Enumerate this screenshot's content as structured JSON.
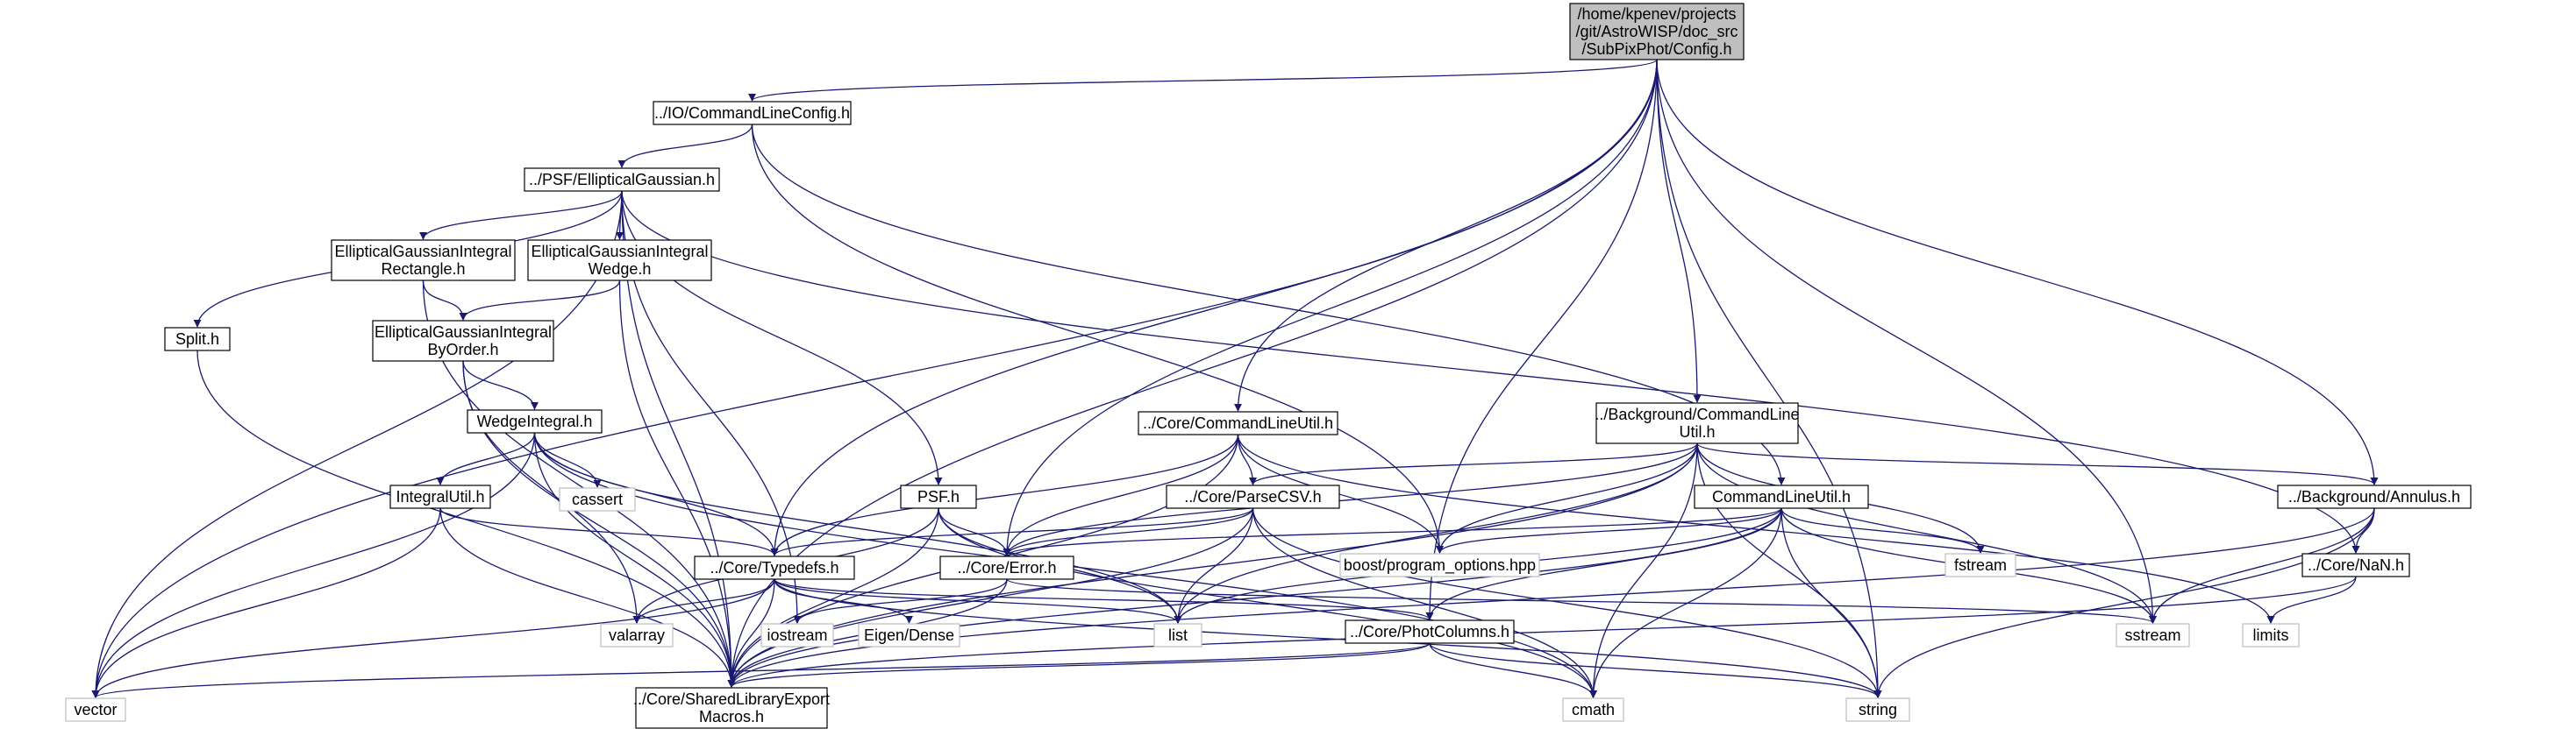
{
  "colors": {
    "edge": "#191970",
    "node_fill": "#ffffff",
    "node_stroke": "#000000",
    "root_fill": "#bfbfbf",
    "system_stroke": "#bfbfbf",
    "system_text": "#7f7f7f",
    "text": "#000000"
  },
  "nodes": [
    {
      "id": "root",
      "kind": "root",
      "lines": [
        "/home/kpenev/projects",
        "/git/AstroWISP/doc_src",
        "/SubPixPhot/Config.h"
      ]
    },
    {
      "id": "cmdlineconfig",
      "kind": "file",
      "lines": [
        "../IO/CommandLineConfig.h"
      ]
    },
    {
      "id": "ellgauss",
      "kind": "file",
      "lines": [
        "../PSF/EllipticalGaussian.h"
      ]
    },
    {
      "id": "egirect",
      "kind": "file",
      "lines": [
        "EllipticalGaussianIntegral",
        "Rectangle.h"
      ]
    },
    {
      "id": "egiwedge",
      "kind": "file",
      "lines": [
        "EllipticalGaussianIntegral",
        "Wedge.h"
      ]
    },
    {
      "id": "egibyorder",
      "kind": "file",
      "lines": [
        "EllipticalGaussianIntegral",
        "ByOrder.h"
      ]
    },
    {
      "id": "split",
      "kind": "file",
      "lines": [
        "Split.h"
      ]
    },
    {
      "id": "wedgeint",
      "kind": "file",
      "lines": [
        "WedgeIntegral.h"
      ]
    },
    {
      "id": "cassert",
      "kind": "system",
      "lines": [
        "cassert"
      ]
    },
    {
      "id": "integralutil",
      "kind": "file",
      "lines": [
        "IntegralUtil.h"
      ]
    },
    {
      "id": "psf",
      "kind": "file",
      "lines": [
        "PSF.h"
      ]
    },
    {
      "id": "corecmdlineutil",
      "kind": "file",
      "lines": [
        "../Core/CommandLineUtil.h"
      ]
    },
    {
      "id": "parsecsv",
      "kind": "file",
      "lines": [
        "../Core/ParseCSV.h"
      ]
    },
    {
      "id": "coreerror",
      "kind": "file",
      "lines": [
        "../Core/Error.h"
      ]
    },
    {
      "id": "typedefs",
      "kind": "file",
      "lines": [
        "../Core/Typedefs.h"
      ]
    },
    {
      "id": "bgcmdline",
      "kind": "file",
      "lines": [
        "../Background/CommandLine",
        "Util.h"
      ]
    },
    {
      "id": "cmdlineutil",
      "kind": "file",
      "lines": [
        "CommandLineUtil.h"
      ]
    },
    {
      "id": "bgannulus",
      "kind": "file",
      "lines": [
        "../Background/Annulus.h"
      ]
    },
    {
      "id": "corenan",
      "kind": "file",
      "lines": [
        "../Core/NaN.h"
      ]
    },
    {
      "id": "photcols",
      "kind": "file",
      "lines": [
        "../Core/PhotColumns.h"
      ]
    },
    {
      "id": "sharedlib",
      "kind": "file",
      "lines": [
        "../Core/SharedLibraryExport",
        "Macros.h"
      ]
    },
    {
      "id": "vector",
      "kind": "system",
      "lines": [
        "vector"
      ]
    },
    {
      "id": "valarray",
      "kind": "system",
      "lines": [
        "valarray"
      ]
    },
    {
      "id": "iostream",
      "kind": "system",
      "lines": [
        "iostream"
      ]
    },
    {
      "id": "eigendense",
      "kind": "system",
      "lines": [
        "Eigen/Dense"
      ]
    },
    {
      "id": "list",
      "kind": "system",
      "lines": [
        "list"
      ]
    },
    {
      "id": "boostpo",
      "kind": "system",
      "lines": [
        "boost/program_options.hpp"
      ]
    },
    {
      "id": "fstream",
      "kind": "system",
      "lines": [
        "fstream"
      ]
    },
    {
      "id": "sstream",
      "kind": "system",
      "lines": [
        "sstream"
      ]
    },
    {
      "id": "limits",
      "kind": "system",
      "lines": [
        "limits"
      ]
    },
    {
      "id": "cmath",
      "kind": "system",
      "lines": [
        "cmath"
      ]
    },
    {
      "id": "string",
      "kind": "system",
      "lines": [
        "string"
      ]
    }
  ],
  "edges": [
    [
      "root",
      "cmdlineconfig"
    ],
    [
      "root",
      "vector"
    ],
    [
      "root",
      "sharedlib"
    ],
    [
      "root",
      "typedefs"
    ],
    [
      "root",
      "coreerror"
    ],
    [
      "root",
      "corecmdlineutil"
    ],
    [
      "root",
      "bgcmdline"
    ],
    [
      "root",
      "photcols"
    ],
    [
      "root",
      "sstream"
    ],
    [
      "root",
      "bgannulus"
    ],
    [
      "root",
      "string"
    ],
    [
      "cmdlineconfig",
      "ellgauss"
    ],
    [
      "cmdlineconfig",
      "boostpo"
    ],
    [
      "cmdlineconfig",
      "cmdlineutil"
    ],
    [
      "ellgauss",
      "egirect"
    ],
    [
      "ellgauss",
      "egiwedge"
    ],
    [
      "ellgauss",
      "split"
    ],
    [
      "ellgauss",
      "vector"
    ],
    [
      "ellgauss",
      "iostream"
    ],
    [
      "ellgauss",
      "sharedlib"
    ],
    [
      "ellgauss",
      "psf"
    ],
    [
      "ellgauss",
      "corenan"
    ],
    [
      "egirect",
      "egibyorder"
    ],
    [
      "egirect",
      "sharedlib"
    ],
    [
      "egiwedge",
      "egibyorder"
    ],
    [
      "egiwedge",
      "sharedlib"
    ],
    [
      "egibyorder",
      "wedgeint"
    ],
    [
      "egibyorder",
      "sharedlib"
    ],
    [
      "egibyorder",
      "valarray"
    ],
    [
      "split",
      "sharedlib"
    ],
    [
      "wedgeint",
      "cassert"
    ],
    [
      "wedgeint",
      "integralutil"
    ],
    [
      "wedgeint",
      "typedefs"
    ],
    [
      "wedgeint",
      "vector"
    ],
    [
      "wedgeint",
      "sharedlib"
    ],
    [
      "wedgeint",
      "list"
    ],
    [
      "wedgeint",
      "cmath"
    ],
    [
      "integralutil",
      "typedefs"
    ],
    [
      "integralutil",
      "sharedlib"
    ],
    [
      "integralutil",
      "vector"
    ],
    [
      "psf",
      "coreerror"
    ],
    [
      "psf",
      "valarray"
    ],
    [
      "psf",
      "list"
    ],
    [
      "psf",
      "sharedlib"
    ],
    [
      "psf",
      "cmath"
    ],
    [
      "corecmdlineutil",
      "parsecsv"
    ],
    [
      "corecmdlineutil",
      "coreerror"
    ],
    [
      "corecmdlineutil",
      "typedefs"
    ],
    [
      "corecmdlineutil",
      "boostpo"
    ],
    [
      "corecmdlineutil",
      "sharedlib"
    ],
    [
      "corecmdlineutil",
      "limits"
    ],
    [
      "parsecsv",
      "coreerror"
    ],
    [
      "parsecsv",
      "typedefs"
    ],
    [
      "parsecsv",
      "list"
    ],
    [
      "parsecsv",
      "string"
    ],
    [
      "parsecsv",
      "sharedlib"
    ],
    [
      "parsecsv",
      "cmath"
    ],
    [
      "coreerror",
      "iostream"
    ],
    [
      "coreerror",
      "sharedlib"
    ],
    [
      "coreerror",
      "sstream"
    ],
    [
      "typedefs",
      "valarray"
    ],
    [
      "typedefs",
      "list"
    ],
    [
      "typedefs",
      "vector"
    ],
    [
      "typedefs",
      "eigendense"
    ],
    [
      "typedefs",
      "sharedlib"
    ],
    [
      "typedefs",
      "photcols"
    ],
    [
      "typedefs",
      "string"
    ],
    [
      "bgcmdline",
      "coreerror"
    ],
    [
      "bgcmdline",
      "parsecsv"
    ],
    [
      "bgcmdline",
      "bgannulus"
    ],
    [
      "bgcmdline",
      "boostpo"
    ],
    [
      "bgcmdline",
      "fstream"
    ],
    [
      "bgcmdline",
      "sstream"
    ],
    [
      "bgcmdline",
      "list"
    ],
    [
      "bgcmdline",
      "cmath"
    ],
    [
      "bgcmdline",
      "sharedlib"
    ],
    [
      "bgcmdline",
      "string"
    ],
    [
      "cmdlineutil",
      "coreerror"
    ],
    [
      "cmdlineutil",
      "boostpo"
    ],
    [
      "cmdlineutil",
      "fstream"
    ],
    [
      "cmdlineutil",
      "sstream"
    ],
    [
      "cmdlineutil",
      "list"
    ],
    [
      "cmdlineutil",
      "photcols"
    ],
    [
      "cmdlineutil",
      "sharedlib"
    ],
    [
      "cmdlineutil",
      "cmath"
    ],
    [
      "cmdlineutil",
      "string"
    ],
    [
      "bgannulus",
      "corenan"
    ],
    [
      "bgannulus",
      "sstream"
    ],
    [
      "bgannulus",
      "sharedlib"
    ],
    [
      "bgannulus",
      "string"
    ],
    [
      "corenan",
      "limits"
    ],
    [
      "corenan",
      "sharedlib"
    ],
    [
      "photcols",
      "vector"
    ],
    [
      "photcols",
      "sharedlib"
    ],
    [
      "photcols",
      "cmath"
    ],
    [
      "photcols",
      "string"
    ]
  ]
}
